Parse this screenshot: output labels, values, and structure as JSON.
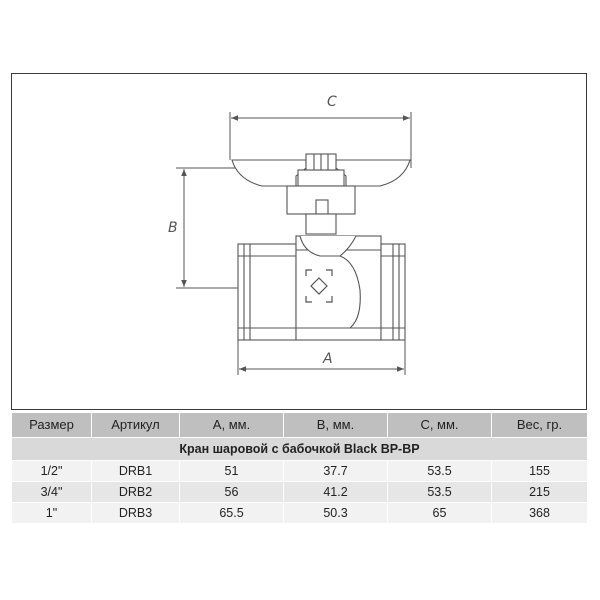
{
  "drawing": {
    "dimension_labels": {
      "a": "A",
      "b": "B",
      "c": "C"
    }
  },
  "table": {
    "title": "Кран шаровой с бабочкой Black BP-BP",
    "headers": [
      "Размер",
      "Артикул",
      "A, мм.",
      "B, мм.",
      "C, мм.",
      "Вес, гр."
    ],
    "rows": [
      [
        "1/2\"",
        "DRB1",
        "51",
        "37.7",
        "53.5",
        "155"
      ],
      [
        "3/4\"",
        "DRB2",
        "56",
        "41.2",
        "53.5",
        "215"
      ],
      [
        "1\"",
        "DRB3",
        "65.5",
        "50.3",
        "65",
        "368"
      ]
    ]
  }
}
